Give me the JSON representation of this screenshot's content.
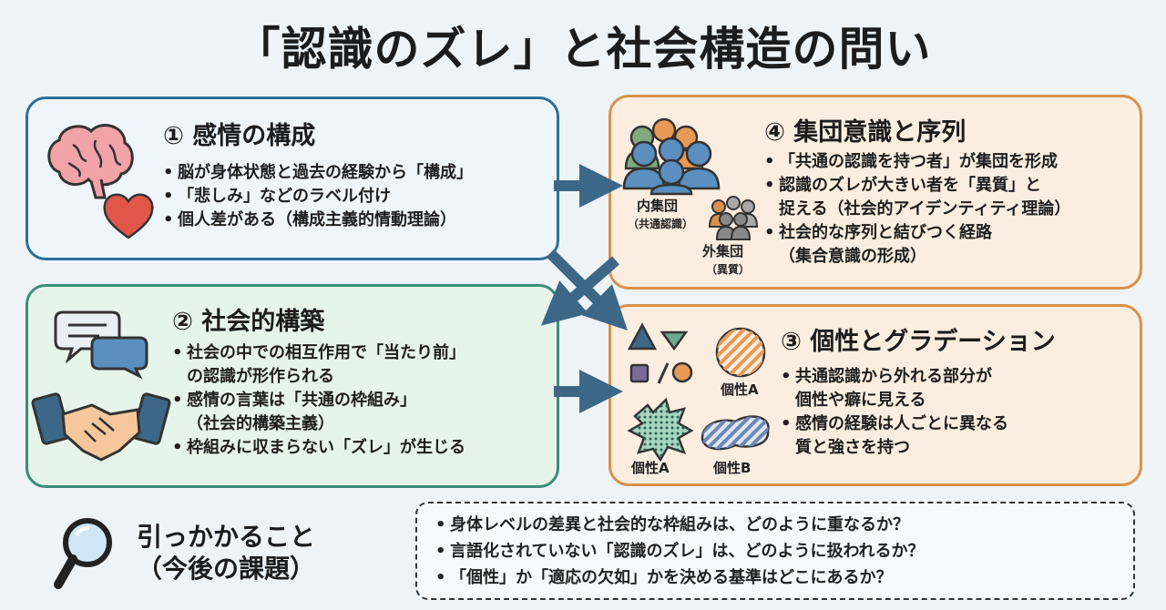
{
  "title": "「認識のズレ」と社会構造の問い",
  "cards": {
    "emotion": {
      "title": "① 感情の構成",
      "items": [
        "脳が身体状態と過去の経験から「構成」",
        "「悲しみ」などのラベル付け",
        "個人差がある（構成主義的情動理論）"
      ]
    },
    "social": {
      "title": "② 社会的構築",
      "items": [
        "社会の中での相互作用で「当たり前」",
        "の認識が形作られる",
        "感情の言葉は「共通の枠組み」",
        "（社会的構築主義）",
        "枠組みに収まらない「ズレ」が生じる"
      ]
    },
    "group": {
      "title": "④ 集団意識と序列",
      "items": [
        "「共通の認識を持つ者」が集団を形成",
        "認識のズレが大きい者を「異質」と",
        "捉える（社会的アイデンティティ理論）",
        "社会的な序列と結びつく経路",
        "（集合意識の形成）"
      ],
      "in_group": "内集団",
      "in_group_sub": "（共通認識）",
      "out_group": "外集団",
      "out_group_sub": "（異質）"
    },
    "individuality": {
      "title": "③ 個性とグラデーション",
      "items": [
        "共通認識から外れる部分が",
        "個性や癖に見える",
        "感情の経験は人ごとに異なる",
        "質と強さを持つ"
      ],
      "label_a1": "個性A",
      "label_a2": "個性A",
      "label_b": "個性B"
    }
  },
  "bottom": {
    "title_line1": "引っかかること",
    "title_line2": "（今後の課題）",
    "questions": [
      "身体レベルの差異と社会的な枠組みは、どのように重なるか？",
      "言語化されていない「認識のズレ」は、どのように扱われるか？",
      "「個性」か「適応の欠如」かを決める基準はどこにあるか？"
    ]
  },
  "colors": {
    "blue_border": "#2f6e96",
    "green_border": "#3a8c78",
    "orange_border": "#d8914a",
    "arrow": "#3d6787"
  },
  "icons": [
    "brain-icon",
    "heart-icon",
    "speech-bubbles-icon",
    "handshake-icon",
    "people-group-icon",
    "shapes-icon",
    "magnifier-icon"
  ]
}
